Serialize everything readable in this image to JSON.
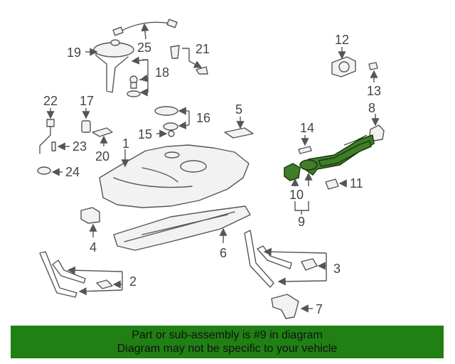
{
  "diagram": {
    "callouts": [
      "1",
      "2",
      "3",
      "4",
      "5",
      "6",
      "7",
      "8",
      "9",
      "10",
      "11",
      "12",
      "13",
      "14",
      "15",
      "16",
      "17",
      "18",
      "19",
      "20",
      "21",
      "22",
      "23",
      "24",
      "25"
    ],
    "highlighted_part": "9"
  },
  "banner": {
    "line1": "Part or sub-assembly is #9 in diagram",
    "line2": "Diagram may not be specific to your vehicle",
    "color": "#208014"
  },
  "colors": {
    "highlight": "#3f7d2a",
    "line": "#555555"
  }
}
